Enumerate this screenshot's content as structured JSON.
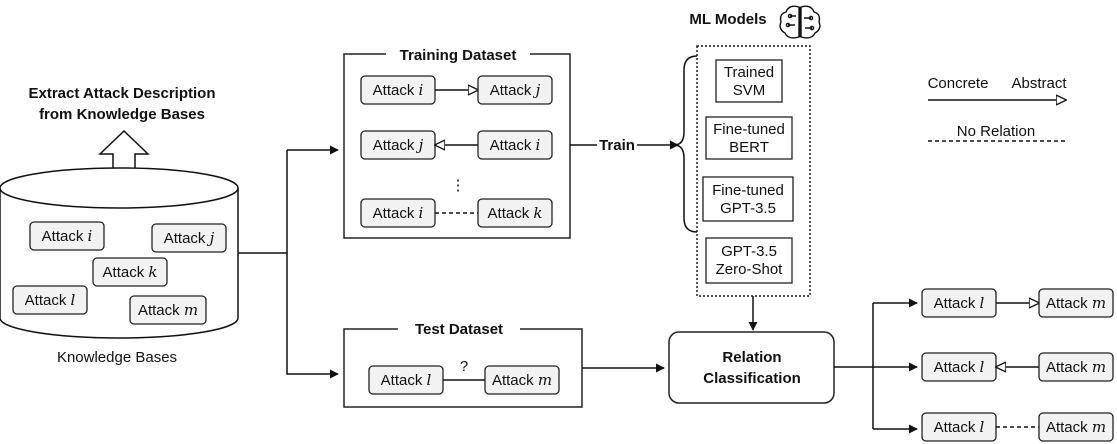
{
  "extract": {
    "line1": "Extract Attack Description",
    "line2": "from Knowledge Bases"
  },
  "kb": {
    "caption": "Knowledge Bases",
    "attacks": [
      {
        "word": "Attack",
        "var": "i"
      },
      {
        "word": "Attack",
        "var": "j"
      },
      {
        "word": "Attack",
        "var": "k"
      },
      {
        "word": "Attack",
        "var": "l"
      },
      {
        "word": "Attack",
        "var": "m"
      }
    ]
  },
  "training": {
    "title": "Training Dataset",
    "ellipsis": "⋮",
    "rows": [
      {
        "left": {
          "word": "Attack",
          "var": "i"
        },
        "right": {
          "word": "Attack",
          "var": "j"
        },
        "relation": "concrete-to-abstract"
      },
      {
        "left": {
          "word": "Attack",
          "var": "j"
        },
        "right": {
          "word": "Attack",
          "var": "i"
        },
        "relation": "abstract-from-concrete"
      },
      {
        "left": {
          "word": "Attack",
          "var": "i"
        },
        "right": {
          "word": "Attack",
          "var": "k"
        },
        "relation": "no-relation"
      }
    ]
  },
  "train_label": "Train",
  "models": {
    "title": "ML Models",
    "items": [
      {
        "line1": "Trained",
        "line2": "SVM"
      },
      {
        "line1": "Fine-tuned",
        "line2": "BERT"
      },
      {
        "line1": "Fine-tuned",
        "line2": "GPT-3.5"
      },
      {
        "line1": "GPT-3.5",
        "line2": "Zero-Shot"
      }
    ]
  },
  "legend": {
    "concrete": "Concrete",
    "abstract": "Abstract",
    "no_relation": "No Relation"
  },
  "test": {
    "title": "Test Dataset",
    "question": "?",
    "left": {
      "word": "Attack",
      "var": "l"
    },
    "right": {
      "word": "Attack",
      "var": "m"
    }
  },
  "classification": {
    "line1": "Relation",
    "line2": "Classification"
  },
  "results": [
    {
      "left": {
        "word": "Attack",
        "var": "l"
      },
      "right": {
        "word": "Attack",
        "var": "m"
      },
      "relation": "concrete-to-abstract"
    },
    {
      "left": {
        "word": "Attack",
        "var": "l"
      },
      "right": {
        "word": "Attack",
        "var": "m"
      },
      "relation": "abstract-from-concrete"
    },
    {
      "left": {
        "word": "Attack",
        "var": "l"
      },
      "right": {
        "word": "Attack",
        "var": "m"
      },
      "relation": "no-relation"
    }
  ],
  "colors": {
    "box_fill": "#f2f2f2",
    "stroke": "#222222"
  }
}
